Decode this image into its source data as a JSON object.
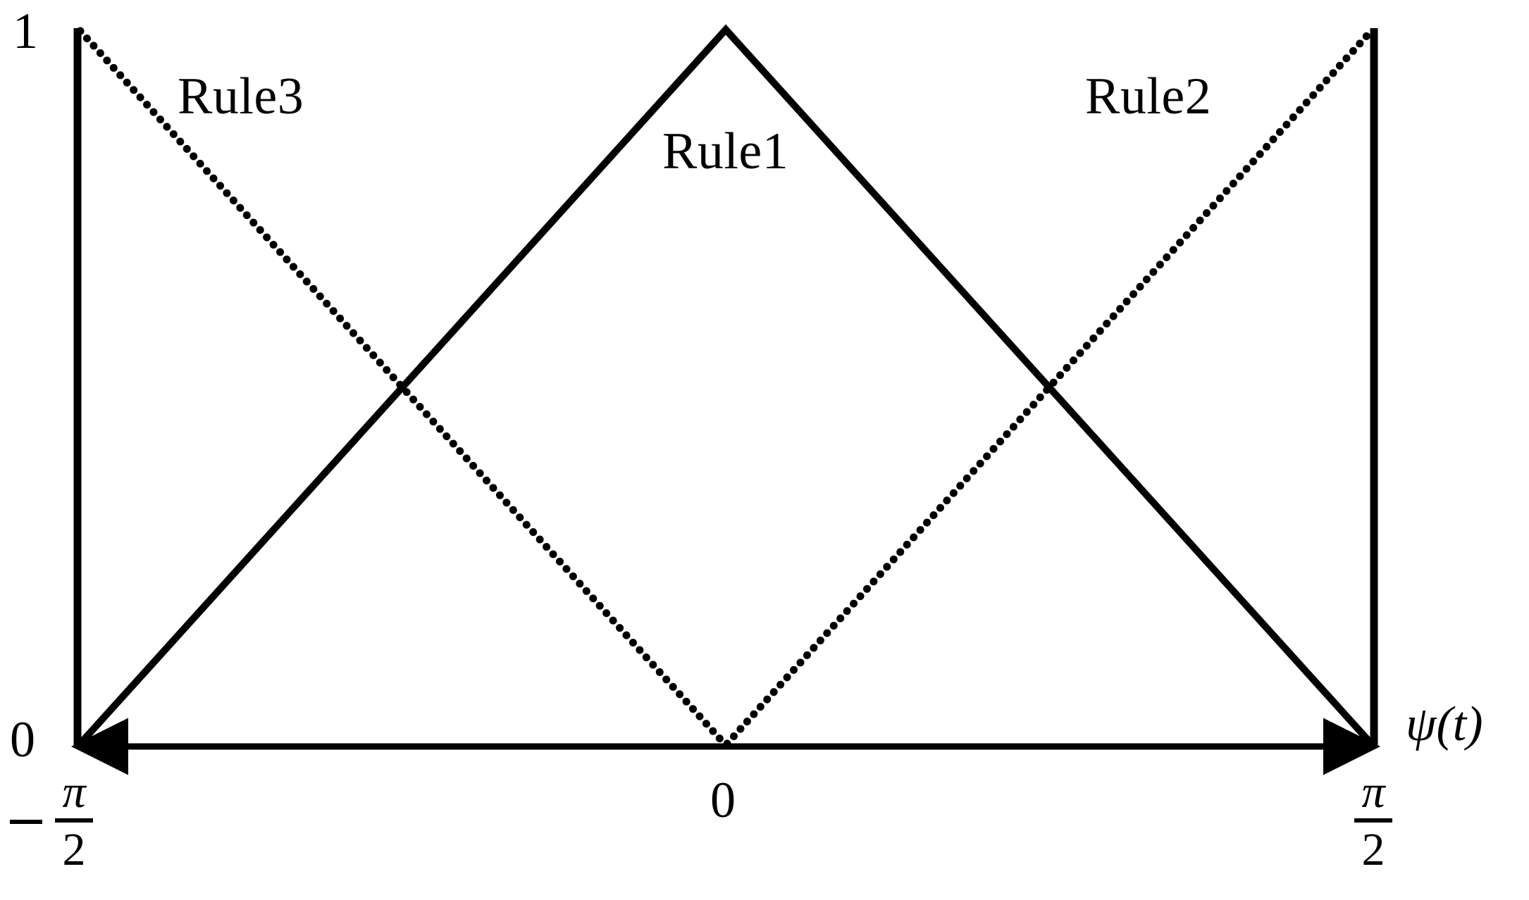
{
  "figure": {
    "background_color": "#ffffff",
    "line_color": "#000000"
  },
  "labels": {
    "rule1": "Rule1",
    "rule2": "Rule2",
    "rule3": "Rule3",
    "y_top": "1",
    "y_bottom": "0",
    "x_center": "0",
    "x_axis_name": "ψ(t)",
    "frac_left_sign": "−",
    "frac_left_numerator": "π",
    "frac_left_denominator": "2",
    "frac_right_numerator": "π",
    "frac_right_denominator": "2"
  },
  "chart_data": {
    "type": "line",
    "title": "",
    "xlabel": "ψ(t)",
    "ylabel": "",
    "xlim": [
      -1.5707963,
      1.5707963
    ],
    "ylim": [
      0,
      1
    ],
    "xticks": [
      -1.5707963,
      0,
      1.5707963
    ],
    "xticklabels": [
      "−π/2",
      "0",
      "π/2"
    ],
    "yticks": [
      0,
      1
    ],
    "yticklabels": [
      "0",
      "1"
    ],
    "grid": false,
    "legend": "inline-annotations",
    "series": [
      {
        "name": "Rule1",
        "style": "solid",
        "linewidth": 9,
        "color": "#000000",
        "x": [
          -1.5707963,
          0,
          1.5707963
        ],
        "y": [
          0,
          1,
          0
        ],
        "annotation": {
          "text": "Rule1",
          "x": -0.12,
          "y": 0.78
        }
      },
      {
        "name": "Rule3",
        "style": "dotted",
        "linewidth": 9,
        "color": "#000000",
        "x": [
          -1.5707963,
          0
        ],
        "y": [
          1,
          0
        ],
        "annotation": {
          "text": "Rule3",
          "x": -1.16,
          "y": 0.88
        }
      },
      {
        "name": "Rule2",
        "style": "dotted",
        "linewidth": 9,
        "color": "#000000",
        "x": [
          0,
          1.5707963
        ],
        "y": [
          0,
          1
        ],
        "annotation": {
          "text": "Rule2",
          "x": 0.86,
          "y": 0.88
        }
      }
    ],
    "intersections": [
      {
        "x": -0.785,
        "y": 0.5
      },
      {
        "x": 0.785,
        "y": 0.5
      }
    ],
    "axes_style": {
      "left_spine": true,
      "right_spine": true,
      "bottom_spine": true,
      "bottom_arrow_both_ends": true,
      "top_spine": false
    }
  }
}
